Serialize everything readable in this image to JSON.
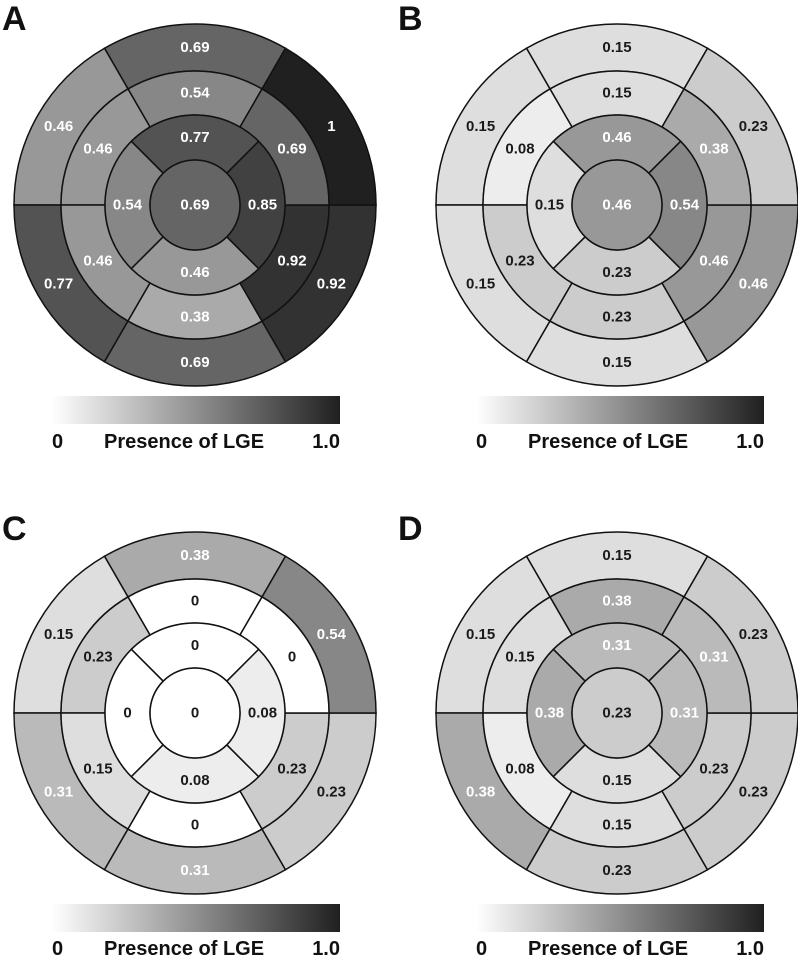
{
  "chart_data": [
    {
      "type": "heatmap",
      "panel": "A",
      "rings": {
        "basal": [
          0.69,
          0.46,
          0.77,
          0.69,
          0.92,
          1
        ],
        "mid": [
          0.54,
          0.46,
          0.46,
          0.38,
          0.92,
          0.69
        ],
        "apical": [
          0.77,
          0.54,
          0.46,
          0.85
        ],
        "apex": 0.69
      },
      "colorbar": {
        "min_label": "0",
        "max_label": "1.0",
        "title": "Presence of LGE"
      }
    },
    {
      "type": "heatmap",
      "panel": "B",
      "rings": {
        "basal": [
          0.15,
          0.15,
          0.15,
          0.15,
          0.46,
          0.23
        ],
        "mid": [
          0.15,
          0.08,
          0.23,
          0.23,
          0.46,
          0.38
        ],
        "apical": [
          0.46,
          0.15,
          0.23,
          0.54
        ],
        "apex": 0.46
      },
      "colorbar": {
        "min_label": "0",
        "max_label": "1.0",
        "title": "Presence of LGE"
      }
    },
    {
      "type": "heatmap",
      "panel": "C",
      "rings": {
        "basal": [
          0.38,
          0.15,
          0.31,
          0.31,
          0.23,
          0.54
        ],
        "mid": [
          0,
          0.23,
          0.15,
          0,
          0.23,
          0
        ],
        "apical": [
          0,
          0,
          0.08,
          0.08
        ],
        "apex": 0
      },
      "colorbar": {
        "min_label": "0",
        "max_label": "1.0",
        "title": "Presence of LGE"
      }
    },
    {
      "type": "heatmap",
      "panel": "D",
      "rings": {
        "basal": [
          0.15,
          0.15,
          0.38,
          0.23,
          0.23,
          0.23
        ],
        "mid": [
          0.38,
          0.15,
          0.08,
          0.15,
          0.23,
          0.31
        ],
        "apical": [
          0.31,
          0.38,
          0.15,
          0.31
        ],
        "apex": 0.23
      },
      "colorbar": {
        "min_label": "0",
        "max_label": "1.0",
        "title": "Presence of LGE"
      }
    }
  ]
}
